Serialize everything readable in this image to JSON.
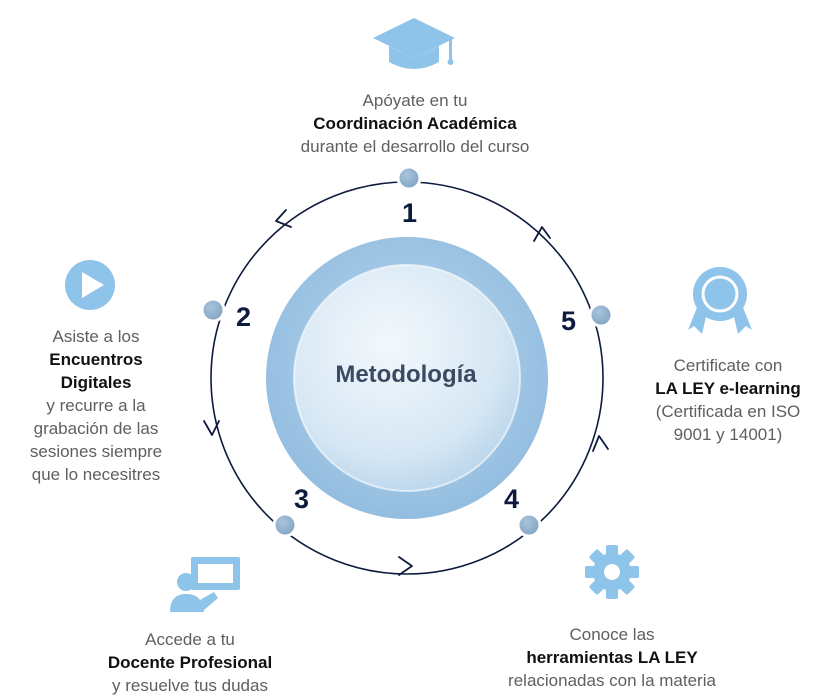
{
  "center": {
    "title": "Metodología"
  },
  "steps": [
    {
      "number": "1",
      "pre": "Apóyate en tu",
      "bold": "Coordinación Académica",
      "post": [
        "durante el desarrollo del curso"
      ]
    },
    {
      "number": "2",
      "pre": "Asiste a los",
      "bold": "Encuentros Digitales",
      "bold_lines": [
        "Encuentros",
        "Digitales"
      ],
      "post": [
        "y recurre a la",
        "grabación de las",
        "sesiones siempre",
        "que lo necesitres"
      ]
    },
    {
      "number": "3",
      "pre": "Accede a tu",
      "bold": "Docente Profesional",
      "post": [
        "y resuelve tus dudas"
      ]
    },
    {
      "number": "4",
      "pre": "Conoce las",
      "bold": "herramientas LA LEY",
      "post": [
        "relacionadas con la materia"
      ]
    },
    {
      "number": "5",
      "pre": "Certificate con",
      "bold": "LA LEY e-learning",
      "post": [
        "(Certificada en ISO",
        "9001 y 14001)"
      ]
    }
  ],
  "icons": {
    "step1": "graduation-cap-icon",
    "step2": "play-icon",
    "step3": "teacher-board-icon",
    "step4": "gear-icon",
    "step5": "award-ribbon-icon"
  },
  "colors": {
    "icon_blue": "#8ec3ea",
    "node": "#94b4d1",
    "ring": "#0d1b3e",
    "outer_disc": "#a5c8e6",
    "inner_disc": "#d8e8f4",
    "number": "#0d1b3e"
  }
}
